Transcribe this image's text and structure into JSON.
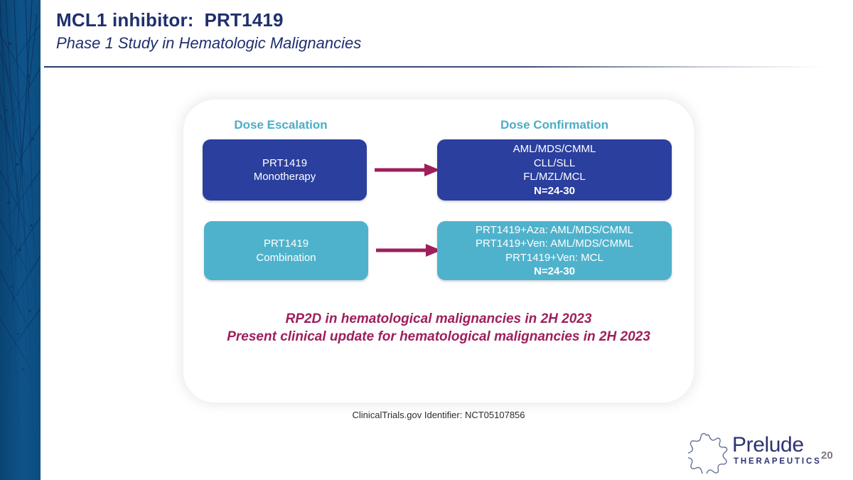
{
  "header": {
    "title": "MCL1 inhibitor:  PRT1419",
    "subtitle": "Phase 1 Study in Hematologic Malignancies"
  },
  "diagram": {
    "columns": {
      "escalation_label": "Dose Escalation",
      "confirmation_label": "Dose Confirmation"
    },
    "rows": [
      {
        "left_box": {
          "lines": [
            "PRT1419",
            "Monotherapy"
          ],
          "color": "#2b3f9e"
        },
        "arrow": "arrow-right-icon",
        "right_box": {
          "lines": [
            "AML/MDS/CMML",
            "CLL/SLL",
            "FL/MZL/MCL"
          ],
          "enrollment": "N=24-30",
          "color": "#2b3f9e"
        }
      },
      {
        "left_box": {
          "lines": [
            "PRT1419",
            "Combination"
          ],
          "color": "#4fb2cc"
        },
        "arrow": "arrow-right-icon",
        "right_box": {
          "lines": [
            "PRT1419+Aza: AML/MDS/CMML",
            "PRT1419+Ven: AML/MDS/CMML",
            "PRT1419+Ven: MCL"
          ],
          "enrollment": "N=24-30",
          "color": "#4fb2cc"
        }
      }
    ]
  },
  "callout": {
    "line1": "RP2D in hematological malignancies in 2H 2023",
    "line2": "Present clinical update for hematological malignancies in 2H 2023",
    "color": "#9e1f5c"
  },
  "footnote": "ClinicalTrials.gov Identifier: NCT05107856",
  "logo": {
    "mark": "starburst-icon",
    "wordmark": "Prelude",
    "tagline": "THERAPEUTICS",
    "color": "#2d3470"
  },
  "page_number": "20",
  "theme": {
    "sidebar_blue": "#0e5389",
    "title_navy": "#1f2f6e",
    "heading_teal": "#4aaec6",
    "arrow_maroon": "#9e1f5c"
  }
}
